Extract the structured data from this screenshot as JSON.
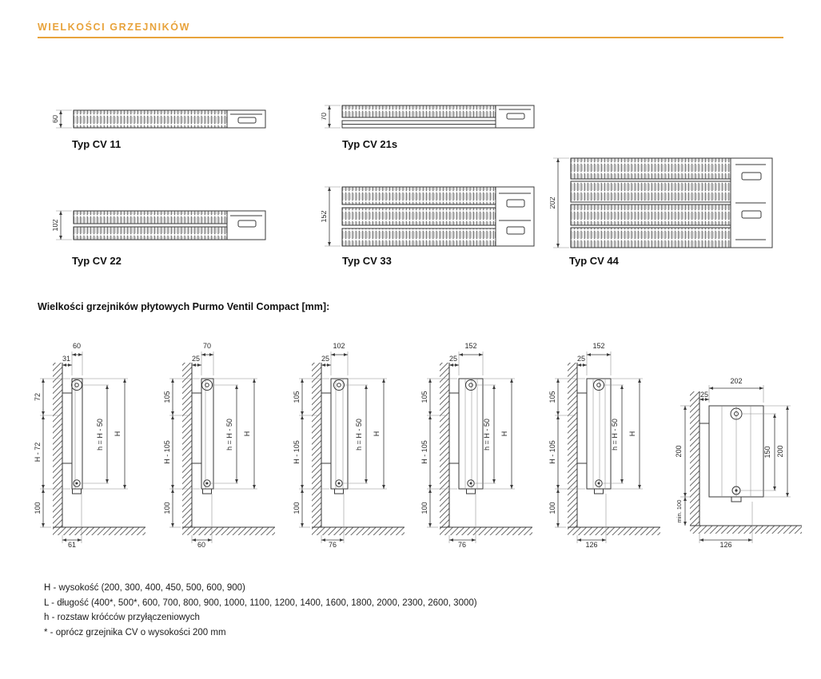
{
  "page": {
    "title": "WIELKOŚCI GRZEJNIKÓW",
    "accent_color": "#E8A33C"
  },
  "cross_sections": [
    {
      "label": "Typ CV 11",
      "depth": "60"
    },
    {
      "label": "Typ CV 21s",
      "depth": "70"
    },
    {
      "label": "Typ CV 22",
      "depth": "102"
    },
    {
      "label": "Typ CV 33",
      "depth": "152"
    },
    {
      "label": "Typ CV 44",
      "depth": "202"
    }
  ],
  "side_section": {
    "title": "Wielkości grzejników płytowych Purmo Ventil Compact [mm]:",
    "diagrams": [
      {
        "depth": "60",
        "gap": "31",
        "seg_top": "72",
        "seg_mid": "H - 72",
        "seg_bottom": "100",
        "h_label": "h = H - 50",
        "H_label": "H",
        "foot": "61"
      },
      {
        "depth": "70",
        "gap": "25",
        "seg_top": "105",
        "seg_mid": "H - 105",
        "seg_bottom": "100",
        "h_label": "h = H - 50",
        "H_label": "H",
        "foot": "60"
      },
      {
        "depth": "102",
        "gap": "25",
        "seg_top": "105",
        "seg_mid": "H - 105",
        "seg_bottom": "100",
        "h_label": "h = H - 50",
        "H_label": "H",
        "foot": "76"
      },
      {
        "depth": "152",
        "gap": "25",
        "seg_top": "105",
        "seg_mid": "H - 105",
        "seg_bottom": "100",
        "h_label": "h = H - 50",
        "H_label": "H",
        "foot": "76"
      },
      {
        "depth": "152",
        "gap": "25",
        "seg_top": "105",
        "seg_mid": "H - 105",
        "seg_bottom": "100",
        "h_label": "h = H - 50",
        "H_label": "H",
        "foot": "126"
      }
    ],
    "corner_detail": {
      "depth": "202",
      "gap": "25",
      "left_height": "200",
      "min_clearance": "min. 100",
      "right_inner": "150",
      "right_outer": "200",
      "foot": "126"
    }
  },
  "legend": {
    "line1": "H - wysokość (200, 300, 400, 450, 500, 600, 900)",
    "line2": "L - długość (400*, 500*, 600, 700, 800, 900, 1000, 1100, 1200, 1400, 1600, 1800, 2000, 2300, 2600, 3000)",
    "line3": "h - rozstaw króćców przyłączeniowych",
    "line4": "* - oprócz grzejnika CV o wysokości 200 mm"
  }
}
